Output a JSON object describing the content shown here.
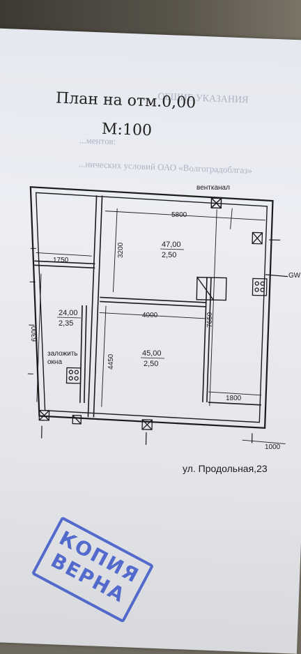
{
  "header": {
    "title": "План на отм.0,00",
    "scale": "М:100"
  },
  "notes": {
    "heading": "ОБЩИЕ УКАЗАНИЯ",
    "line1": "...ментов:",
    "line2": "...нических условий ОАО «Волгоградоблгаз»"
  },
  "plan": {
    "label_ventkanal": "вентканал",
    "dim_5800": "5800",
    "dim_3200": "3200",
    "dim_1750": "1750",
    "dim_4000": "4000",
    "dim_6300": "6300",
    "dim_4450": "4450",
    "dim_7650": "7650",
    "dim_1800": "1800",
    "dim_1000": "1000",
    "room_a_area": "47,00",
    "room_a_height": "2,50",
    "room_b_area": "24,00",
    "room_b_height": "2,35",
    "room_c_area": "45,00",
    "room_c_height": "2,50",
    "note_close_windows_1": "заложить",
    "note_close_windows_2": "окна",
    "label_gw": "GW"
  },
  "address": "ул. Продольная,23",
  "stamp": {
    "line1": "КОПИЯ",
    "line2": "ВЕРНА"
  },
  "colors": {
    "paper": "#e8eaf0",
    "ink": "#1b1b1b",
    "stamp": "#3b56c9"
  }
}
